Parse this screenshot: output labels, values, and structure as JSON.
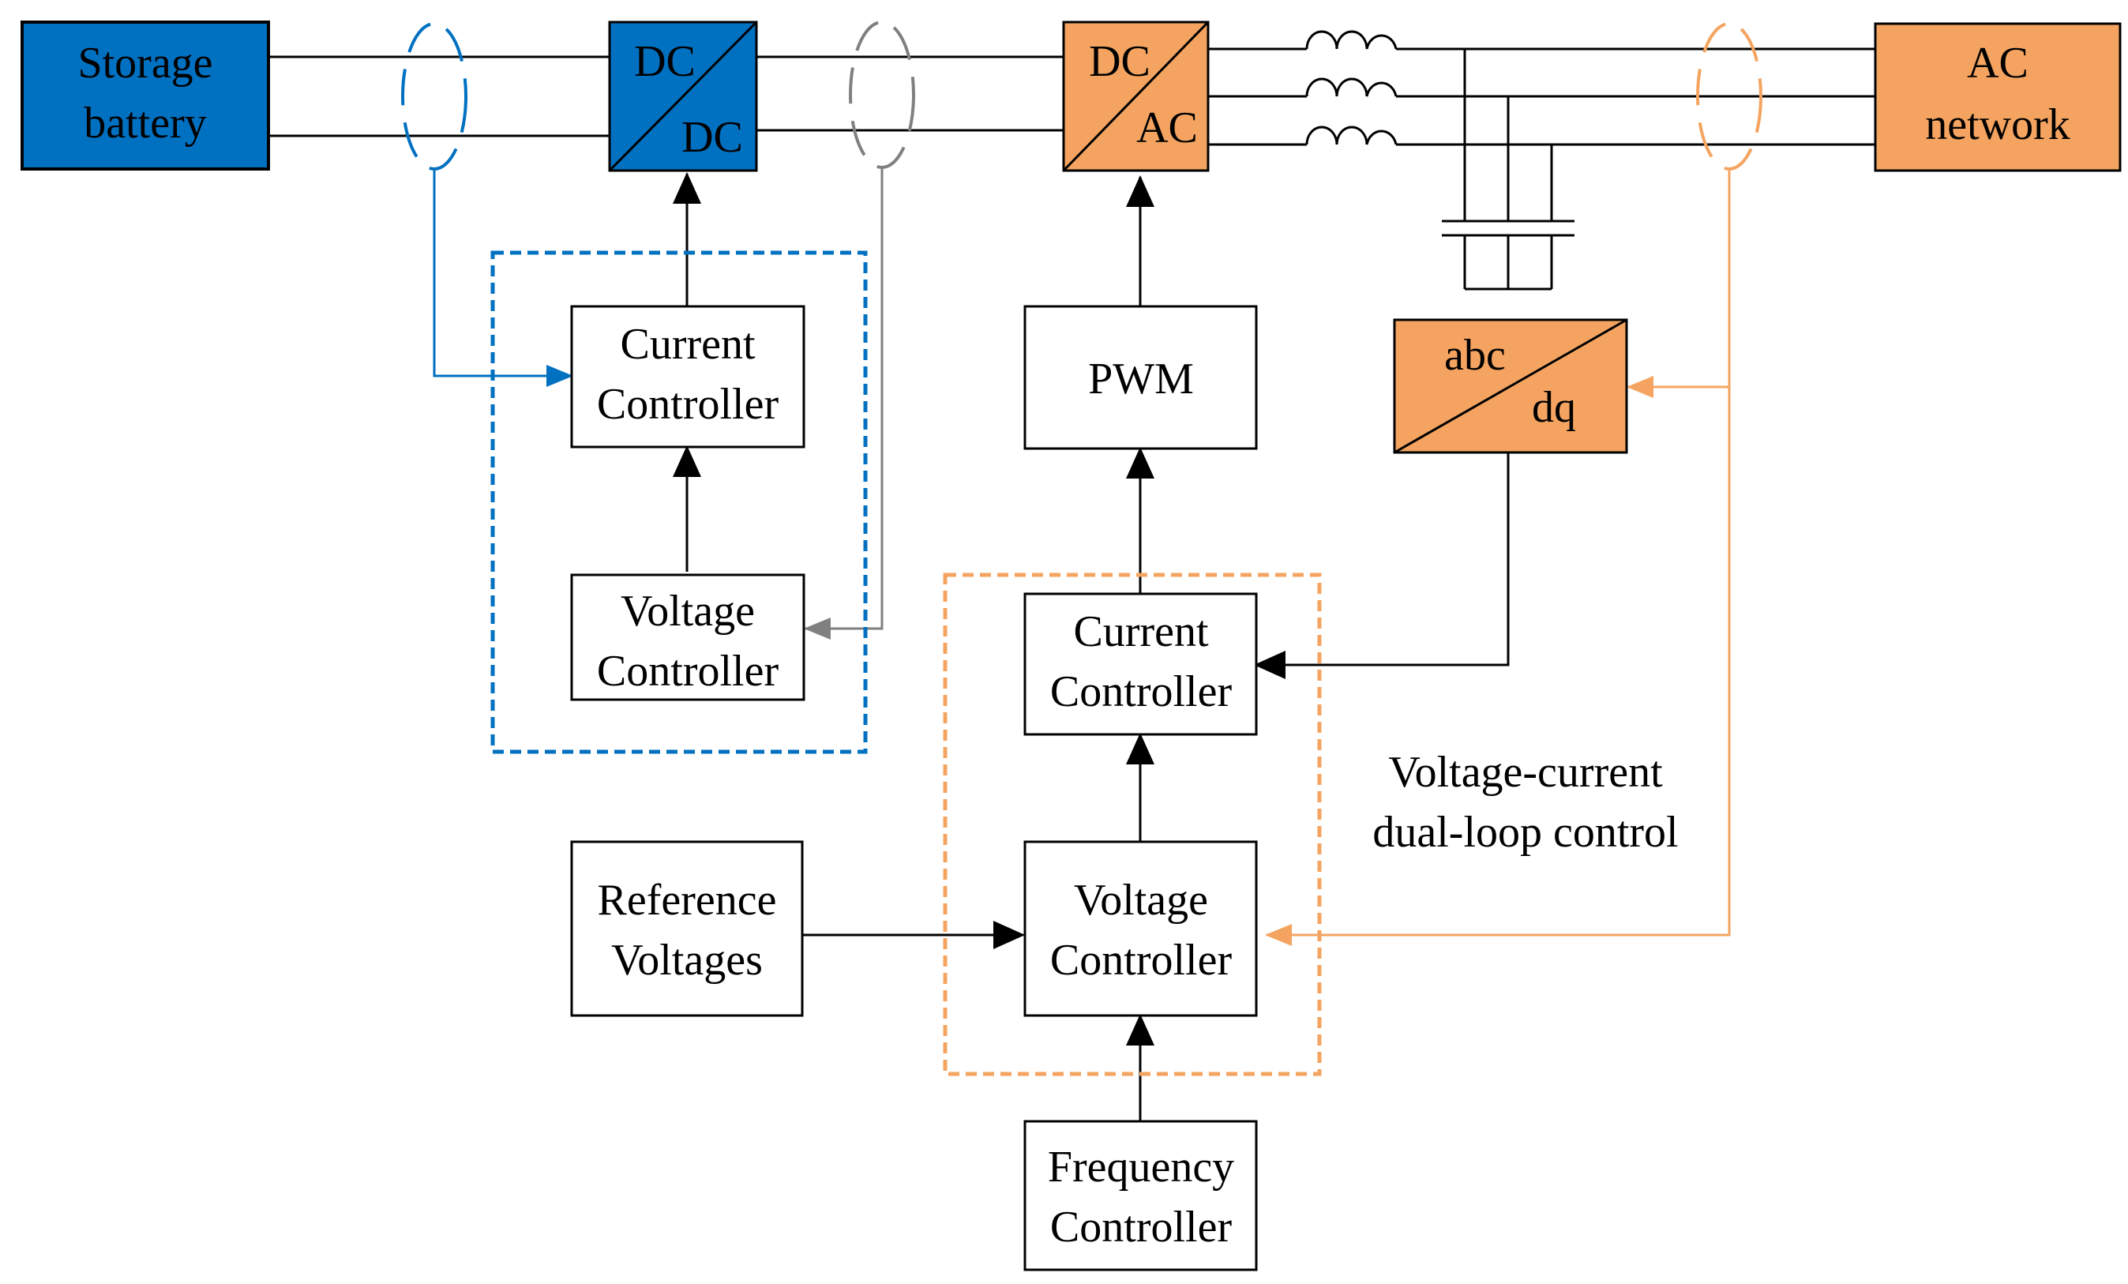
{
  "blocks": {
    "storage_battery": {
      "line1": "Storage",
      "line2": "battery",
      "fill": "#0070C0"
    },
    "dcdc": {
      "top": "DC",
      "bottom": "DC",
      "fill": "#0070C0"
    },
    "dcac": {
      "top": "DC",
      "bottom": "AC",
      "fill": "#F4A460"
    },
    "ac_network": {
      "line1": "AC",
      "line2": "network",
      "fill": "#F4A460"
    },
    "abc_dq": {
      "top": "abc",
      "bottom": "dq",
      "fill": "#F4A460"
    },
    "dc_current_controller": {
      "line1": "Current",
      "line2": "Controller"
    },
    "dc_voltage_controller": {
      "line1": "Voltage",
      "line2": "Controller"
    },
    "pwm": {
      "label": "PWM"
    },
    "ac_current_controller": {
      "line1": "Current",
      "line2": "Controller"
    },
    "ac_voltage_controller": {
      "line1": "Voltage",
      "line2": "Controller"
    },
    "reference_voltages": {
      "line1": "Reference",
      "line2": "Voltages"
    },
    "frequency_controller": {
      "line1": "Frequency",
      "line2": "Controller"
    }
  },
  "annotation": {
    "line1": "Voltage-current",
    "line2": "dual-loop control"
  },
  "colors": {
    "blue_signal": "#0070C0",
    "gray_signal": "#808080",
    "orange_signal": "#F4A460",
    "line": "#000000"
  }
}
